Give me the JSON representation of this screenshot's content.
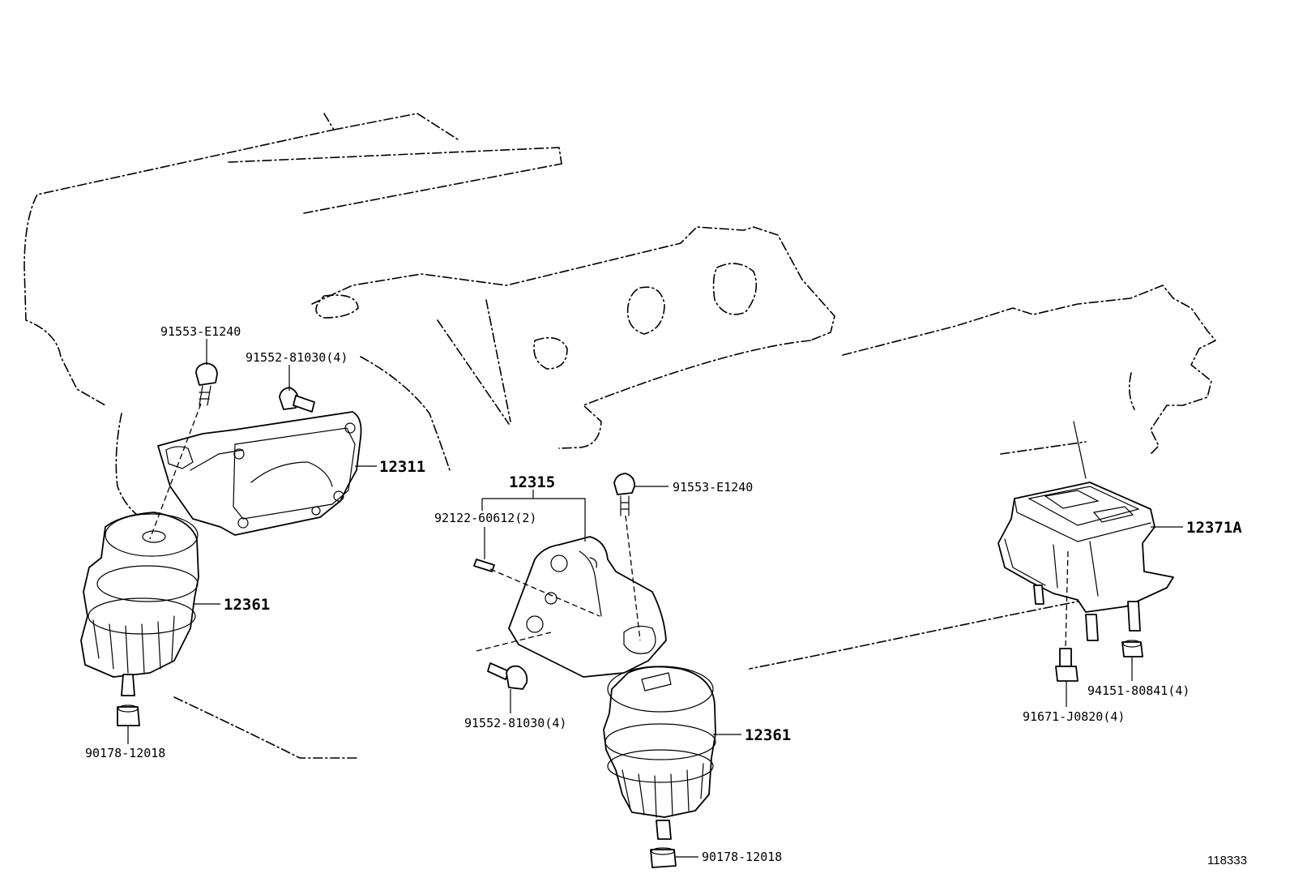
{
  "figure_number": "118333",
  "labels": {
    "bolt_91553_e1240_left": "91553-E1240",
    "bolt_91552_81030_top": "91552-81030(4)",
    "bracket_12311": "12311",
    "insulator_12361_left": "12361",
    "nut_90178_12018_left": "90178-12018",
    "bracket_12315": "12315",
    "stud_92122_60612": "92122-60612(2)",
    "bolt_91553_e1240_center": "91553-E1240",
    "bolt_91552_81030_bottom": "91552-81030(4)",
    "insulator_12361_center": "12361",
    "nut_90178_12018_center": "90178-12018",
    "mount_12371a": "12371A",
    "bolt_91671_j0820": "91671-J0820(4)",
    "nut_94151_80841": "94151-80841(4)"
  }
}
